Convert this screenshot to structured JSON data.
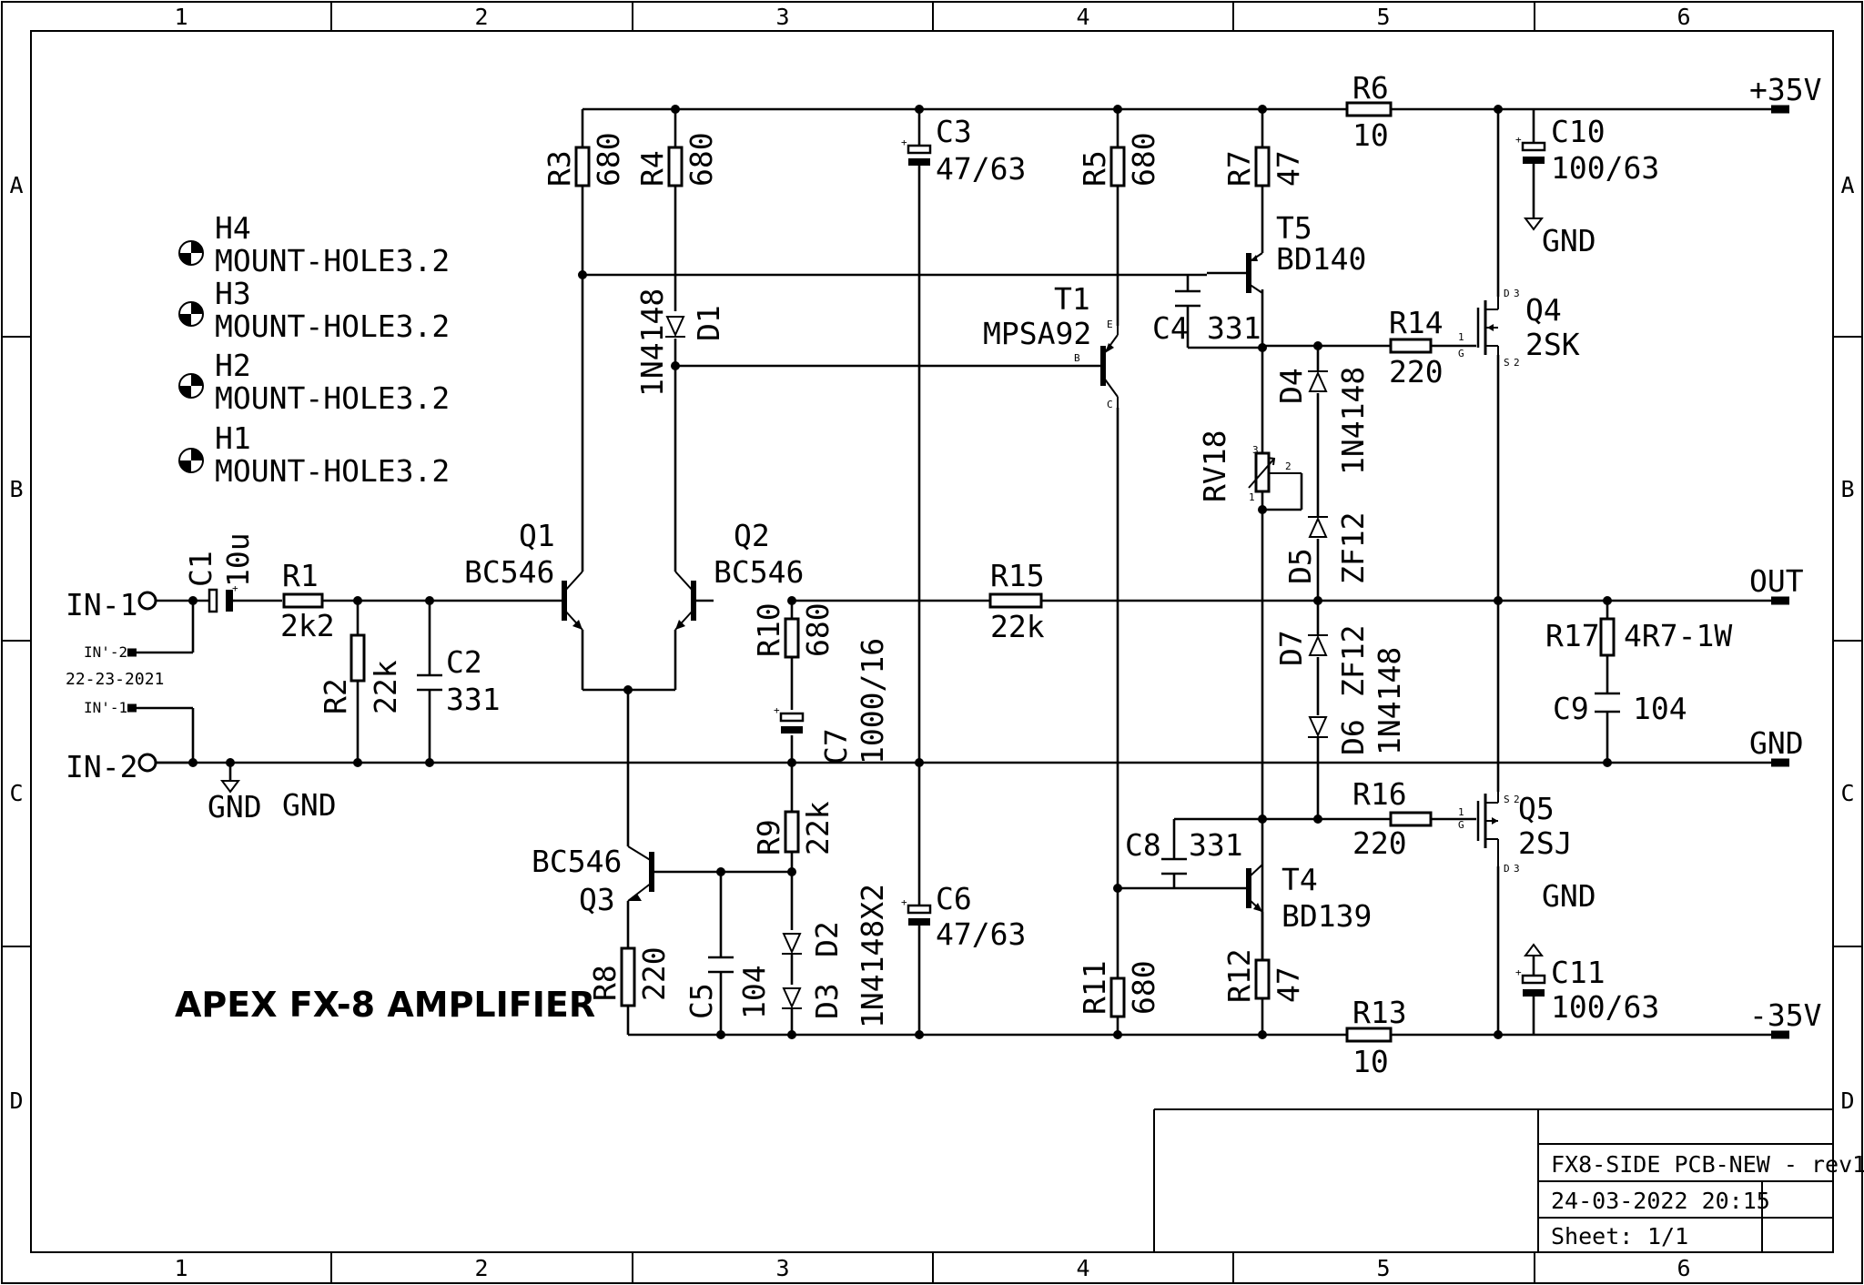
{
  "frame": {
    "columns": [
      "1",
      "2",
      "3",
      "4",
      "5",
      "6"
    ],
    "rows": [
      "A",
      "B",
      "C",
      "D"
    ]
  },
  "title": "APEX FX-8 AMPLIFIER",
  "title_block": {
    "name": "FX8-SIDE PCB-NEW - rev1",
    "date": "24-03-2022 20:15",
    "sheet_label": "Sheet:",
    "sheet_value": "1/1"
  },
  "mount_holes": [
    {
      "ref": "H4",
      "value": "MOUNT-HOLE3.2"
    },
    {
      "ref": "H3",
      "value": "MOUNT-HOLE3.2"
    },
    {
      "ref": "H2",
      "value": "MOUNT-HOLE3.2"
    },
    {
      "ref": "H1",
      "value": "MOUNT-HOLE3.2"
    }
  ],
  "connectors": {
    "in1": "IN-1",
    "in2": "IN-2",
    "in_prime_2": "IN'-2",
    "in_prime_1": "IN'-1",
    "date_note": "22-23-2021",
    "plus": "+35V",
    "minus": "-35V",
    "out": "OUT",
    "gnd_out": "GND"
  },
  "gnd_labels": {
    "left_symbol": "GND",
    "left_text": "GND",
    "c10": "GND",
    "c11": "GND"
  },
  "components": {
    "C1": {
      "ref": "C1",
      "value": "10u"
    },
    "R1": {
      "ref": "R1",
      "value": "2k2"
    },
    "R2": {
      "ref": "R2",
      "value": "22k"
    },
    "C2": {
      "ref": "C2",
      "value": "331"
    },
    "Q1": {
      "ref": "Q1",
      "value": "BC546"
    },
    "Q2": {
      "ref": "Q2",
      "value": "BC546"
    },
    "Q3": {
      "ref": "Q3",
      "value": "BC546"
    },
    "R3": {
      "ref": "R3",
      "value": "680"
    },
    "R4": {
      "ref": "R4",
      "value": "680"
    },
    "D1": {
      "ref": "D1",
      "value": "1N4148"
    },
    "R10": {
      "ref": "R10",
      "value": "680"
    },
    "C7": {
      "ref": "C7",
      "value": "1000/16"
    },
    "R9": {
      "ref": "R9",
      "value": "22k"
    },
    "D2": {
      "ref": "D2"
    },
    "D3": {
      "ref": "D3"
    },
    "D23": {
      "value": "1N4148X2"
    },
    "R8": {
      "ref": "R8",
      "value": "220"
    },
    "C5": {
      "ref": "C5",
      "value": "104"
    },
    "C3": {
      "ref": "C3",
      "value": "47/63"
    },
    "C6": {
      "ref": "C6",
      "value": "47/63"
    },
    "R5": {
      "ref": "R5",
      "value": "680"
    },
    "T1": {
      "ref": "T1",
      "value": "MPSA92"
    },
    "R15": {
      "ref": "R15",
      "value": "22k"
    },
    "R11": {
      "ref": "R11",
      "value": "680"
    },
    "C8": {
      "ref": "C8",
      "value": "331"
    },
    "R7": {
      "ref": "R7",
      "value": "47"
    },
    "T5": {
      "ref": "T5",
      "value": "BD140"
    },
    "C4": {
      "ref": "C4",
      "value": "331"
    },
    "R6": {
      "ref": "R6",
      "value": "10"
    },
    "R14": {
      "ref": "R14",
      "value": "220"
    },
    "D4": {
      "ref": "D4",
      "value": "1N4148"
    },
    "RV18": {
      "ref": "RV18"
    },
    "D5": {
      "ref": "D5",
      "value": "ZF12"
    },
    "D7": {
      "ref": "D7",
      "value": "ZF12"
    },
    "D6": {
      "ref": "D6",
      "value": "1N4148"
    },
    "R16": {
      "ref": "R16",
      "value": "220"
    },
    "T4": {
      "ref": "T4",
      "value": "BD139"
    },
    "R12": {
      "ref": "R12",
      "value": "47"
    },
    "R13": {
      "ref": "R13",
      "value": "10"
    },
    "Q4": {
      "ref": "Q4",
      "value": "2SK"
    },
    "Q5": {
      "ref": "Q5",
      "value": "2SJ"
    },
    "C10": {
      "ref": "C10",
      "value": "100/63"
    },
    "C11": {
      "ref": "C11",
      "value": "100/63"
    },
    "R17": {
      "ref": "R17",
      "value": "4R7-1W"
    },
    "C9": {
      "ref": "C9",
      "value": "104"
    }
  },
  "pin_labels": {
    "t1_b": "B",
    "t1_c": "C",
    "t1_e": "E",
    "rv_1": "1",
    "rv_2": "2",
    "rv_3": "3",
    "q4_d": "D",
    "q4_g": "G",
    "q4_s": "S",
    "q4_n1": "1",
    "q4_n2": "2",
    "q4_n3": "3",
    "q5_1": "1",
    "q5_2": "2",
    "q5_3": "3",
    "q5_g": "G",
    "q5_s": "S",
    "q5_d": "D"
  }
}
